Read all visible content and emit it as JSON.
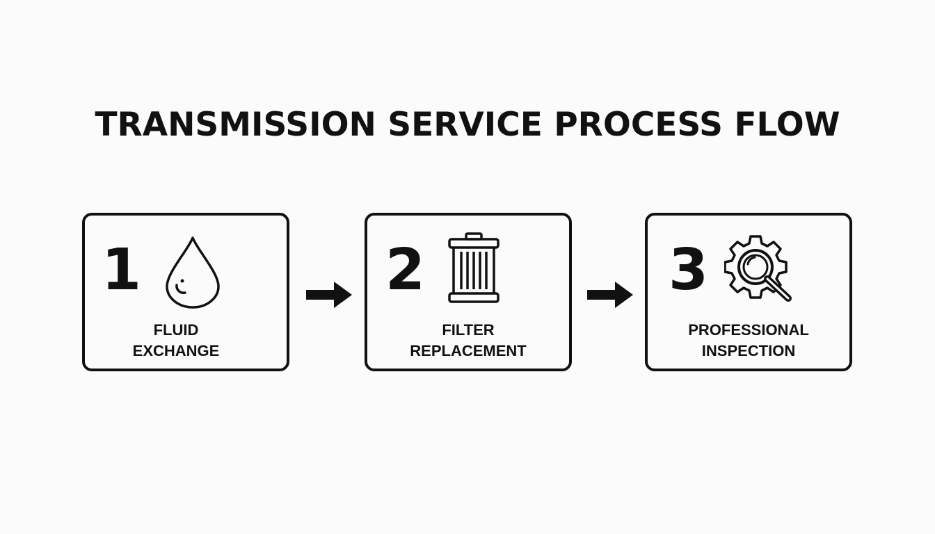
{
  "title": "TRANSMISSION SERVICE PROCESS FLOW",
  "steps": [
    {
      "number": "1",
      "label_line1": "FLUID",
      "label_line2": "EXCHANGE",
      "icon": "droplet-icon"
    },
    {
      "number": "2",
      "label_line1": "FILTER",
      "label_line2": "REPLACEMENT",
      "icon": "filter-icon"
    },
    {
      "number": "3",
      "label_line1": "PROFESSIONAL",
      "label_line2": "INSPECTION",
      "icon": "gear-magnifier-icon"
    }
  ],
  "colors": {
    "stroke": "#111111",
    "background": "#fbfbfb"
  }
}
